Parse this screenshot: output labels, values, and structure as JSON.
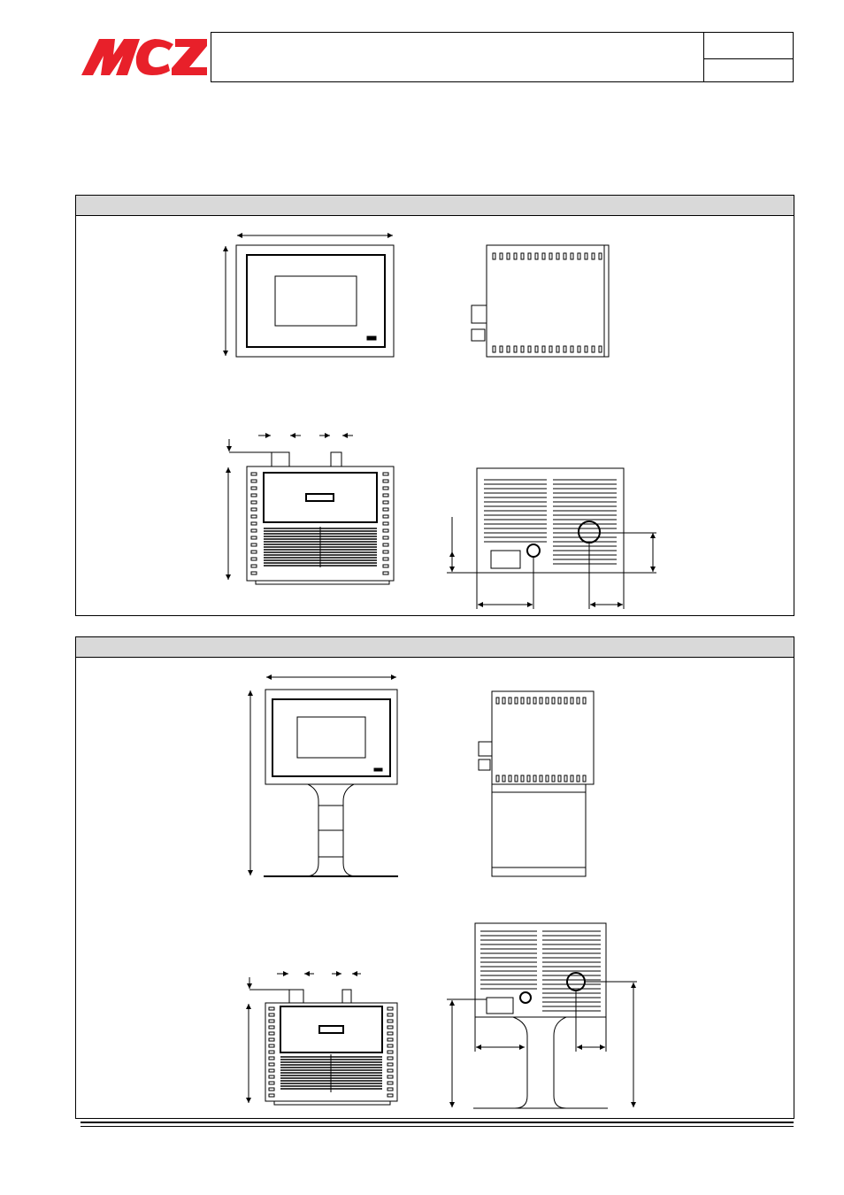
{
  "logo": {
    "text": "MCZ",
    "color": "#e8202a"
  },
  "colors": {
    "panel_header": "#d9d9d9",
    "line": "#000000"
  },
  "sections": [
    {
      "views": [
        "front",
        "side",
        "top",
        "back"
      ],
      "variant": "insert"
    },
    {
      "views": [
        "front",
        "side",
        "top",
        "back"
      ],
      "variant": "with-pedestal"
    }
  ]
}
